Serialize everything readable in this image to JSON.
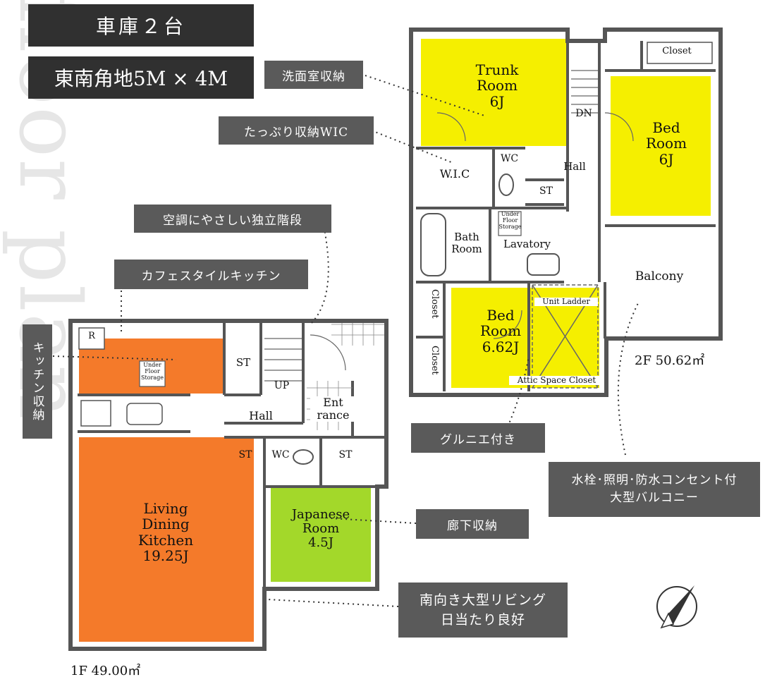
{
  "top_labels": {
    "garage": "車庫２台",
    "lot": "東南角地5M × 4M"
  },
  "watermark": "floor plan",
  "callouts": {
    "washroom_storage": "洗面室収納",
    "wic": "たっぷり収納WIC",
    "stairs": "空調にやさしい独立階段",
    "kitchen_style": "カフェスタイルキッチン",
    "kitchen_storage": "キッチン収納",
    "grenier": "グルニエ付き",
    "balcony_features": "水栓･照明･防水コンセント付\n大型バルコニー",
    "hall_storage": "廊下収納",
    "living": "南向き大型リビング\n日当たり良好"
  },
  "floor2": {
    "trunk_room": "Trunk\nRoom\n6J",
    "closet_top": "Closet",
    "dn": "DN",
    "bed_room_right": "Bed\nRoom\n6J",
    "hall": "Hall",
    "wic": "W.I.C",
    "wc": "WC",
    "st": "ST",
    "underfloor": "Under\nFloor\nStorage",
    "bath": "Bath\nRoom",
    "lavatory": "Lavatory",
    "balcony": "Balcony",
    "closet_a": "Closet",
    "closet_b": "Closet",
    "bed_room_left": "Bed\nRoom\n6.62J",
    "unit_ladder": "Unit Ladder",
    "attic": "Attic Space Closet",
    "area": "2F 50.62㎡"
  },
  "floor1": {
    "r": "R",
    "underfloor": "Under\nFloor\nStorage",
    "st_top": "ST",
    "up": "UP",
    "entrance": "Ent\nrance",
    "hall": "Hall",
    "st_a": "ST",
    "wc": "WC",
    "st_b": "ST",
    "japanese": "Japanese\nRoom\n4.5J",
    "ldk": "Living\nDining\nKitchen\n19.25J",
    "area": "1F 49.00㎡"
  },
  "colors": {
    "label_dark": "#303030",
    "callout_gray": "#5a5a5a",
    "yellow": "#f5ef00",
    "orange": "#f47a2a",
    "green": "#a3d82a",
    "wall": "#555555"
  }
}
